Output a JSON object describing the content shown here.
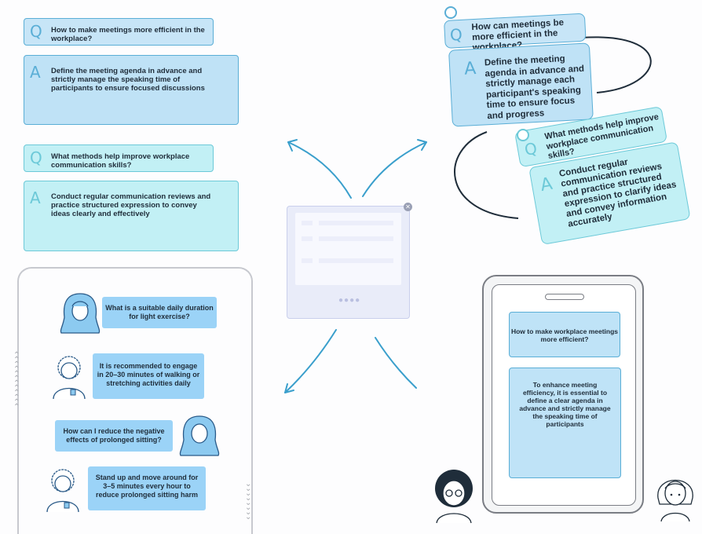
{
  "top_left": {
    "q1": "How to make meetings more efficient in the workplace?",
    "a1": "Define the meeting agenda in advance and strictly manage the speaking time of participants to ensure focused discussions",
    "q2": "What methods help improve workplace communication skills?",
    "a2": "Conduct regular communication reviews and practice structured expression to convey ideas clearly and effectively"
  },
  "top_right": {
    "q1": "How can meetings be more efficient in the workplace?",
    "a1": "Define the meeting agenda in advance and strictly manage each participant's speaking time to ensure focus and progress",
    "q2": "What methods help improve workplace communication skills?",
    "a2": "Conduct regular communication reviews and practice structured expression to clarify ideas and convey information accurately"
  },
  "bottom_left": {
    "m1": "What is a suitable daily duration for light exercise?",
    "m2": "It is recommended to engage in 20–30 minutes of walking or stretching activities daily",
    "m3": "How can I reduce the negative effects of prolonged sitting?",
    "m4": "Stand up and move around for 3–5 minutes every hour to reduce prolonged sitting harm"
  },
  "bottom_right": {
    "m1": "How to make workplace meetings more efficient?",
    "m2": "To enhance meeting efficiency, it is essential to define a clear agenda in advance and strictly manage the speaking time of participants"
  },
  "labels": {
    "q": "Q",
    "a": "A"
  },
  "colors": {
    "blue_bubble": "#c7e5f7",
    "teal_bubble": "#c2f0f5",
    "chat_blue": "#9bd3f7",
    "arrow": "#3a9fcc"
  }
}
